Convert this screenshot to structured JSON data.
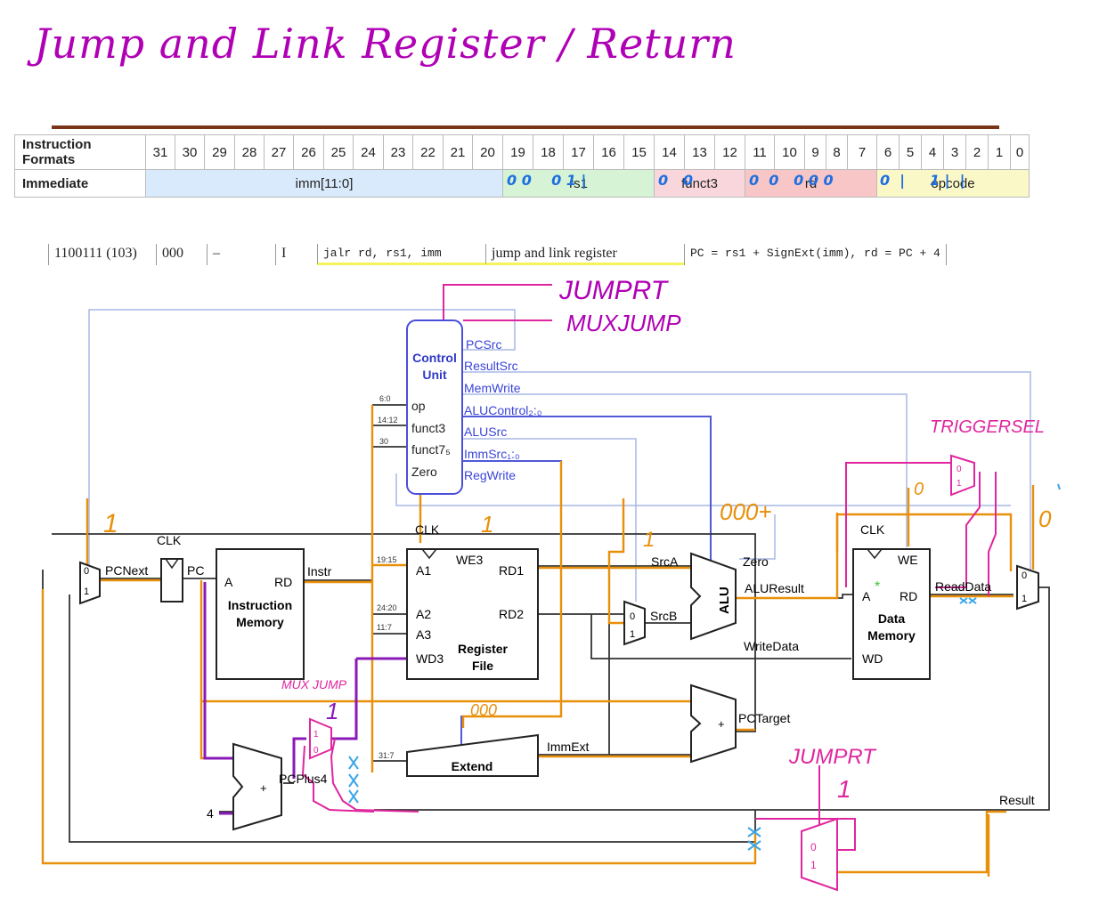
{
  "title": "Jump and Link Register / Return",
  "format_table": {
    "header_label_1": "Instruction",
    "header_label_2": "Formats",
    "bits": [
      "31",
      "30",
      "29",
      "28",
      "27",
      "26",
      "25",
      "24",
      "23",
      "22",
      "21",
      "20",
      "19",
      "18",
      "17",
      "16",
      "15",
      "14",
      "13",
      "12",
      "11",
      "10",
      "9",
      "8",
      "7",
      "6",
      "5",
      "4",
      "3",
      "2",
      "1",
      "0"
    ],
    "row_label": "Immediate",
    "imm": "imm[11:0]",
    "rs1": "rs1",
    "funct3": "funct3",
    "rd": "rd",
    "opcode": "opcode",
    "rs1_hand": "0 0    0 1 |",
    "f3_hand": "0   0",
    "rd_hand": "0  0   0 0 0",
    "op_hand": "0  |     1 |  |"
  },
  "instruction": {
    "opcode": "1100111 (103)",
    "funct3": "000",
    "funct7": "–",
    "type": "I",
    "syntax": "jalr  rd,  rs1, imm",
    "description": "jump and link register",
    "operation": "PC = rs1 + SignExt(imm), rd = PC + 4"
  },
  "annotations": {
    "jumprt_top": "JUMPRT",
    "muxjump_top": "MUXJUMP",
    "triggersel": "TRIGGERSEL",
    "muxjump_left": "MUX JUMP",
    "jumprt_bottom": "JUMPRT",
    "one_pcsrc": "1",
    "one_regwrite": "1",
    "one_alusrc": "1",
    "alucontrol_val": "000+",
    "zero_trigger": "0",
    "zero_result": "0",
    "one_mux_jump": "1",
    "immsrc_val": "000",
    "one_jumprt": "1"
  },
  "diagram": {
    "control_unit": "Control Unit",
    "control_title1": "Control",
    "control_title2": "Unit",
    "ctrl_inputs": [
      "op",
      "funct3",
      "funct7₅",
      "Zero"
    ],
    "ctrl_outputs": [
      "PCSrc",
      "ResultSrc",
      "MemWrite",
      "ALUControl₂:₀",
      "ALUSrc",
      "ImmSrc₁:₀",
      "RegWrite"
    ],
    "bit_labels": [
      "6:0",
      "14:12",
      "30",
      "19:15",
      "24:20",
      "11:7",
      "31:7"
    ],
    "clk": "CLK",
    "pcnext": "PCNext",
    "pc": "PC",
    "instr": "Instr",
    "imem_a": "A",
    "imem_rd": "RD",
    "imem_title1": "Instruction",
    "imem_title2": "Memory",
    "rf_ports": [
      "A1",
      "A2",
      "A3",
      "WD3",
      "WE3",
      "RD1",
      "RD2"
    ],
    "rf_title1": "Register",
    "rf_title2": "File",
    "srca": "SrcA",
    "srcb": "SrcB",
    "alu": "ALU",
    "zero": "Zero",
    "aluresult": "ALUResult",
    "writedata": "WriteData",
    "dm_ports": [
      "WE",
      "A",
      "RD",
      "WD"
    ],
    "dm_title1": "Data",
    "dm_title2": "Memory",
    "readdata": "ReadData",
    "extend": "Extend",
    "immext": "ImmExt",
    "pctarget": "PCTarget",
    "pcplus4": "PCPlus4",
    "four": "4",
    "result": "Result",
    "plus": "+",
    "mux0": "0",
    "mux1": "1"
  }
}
